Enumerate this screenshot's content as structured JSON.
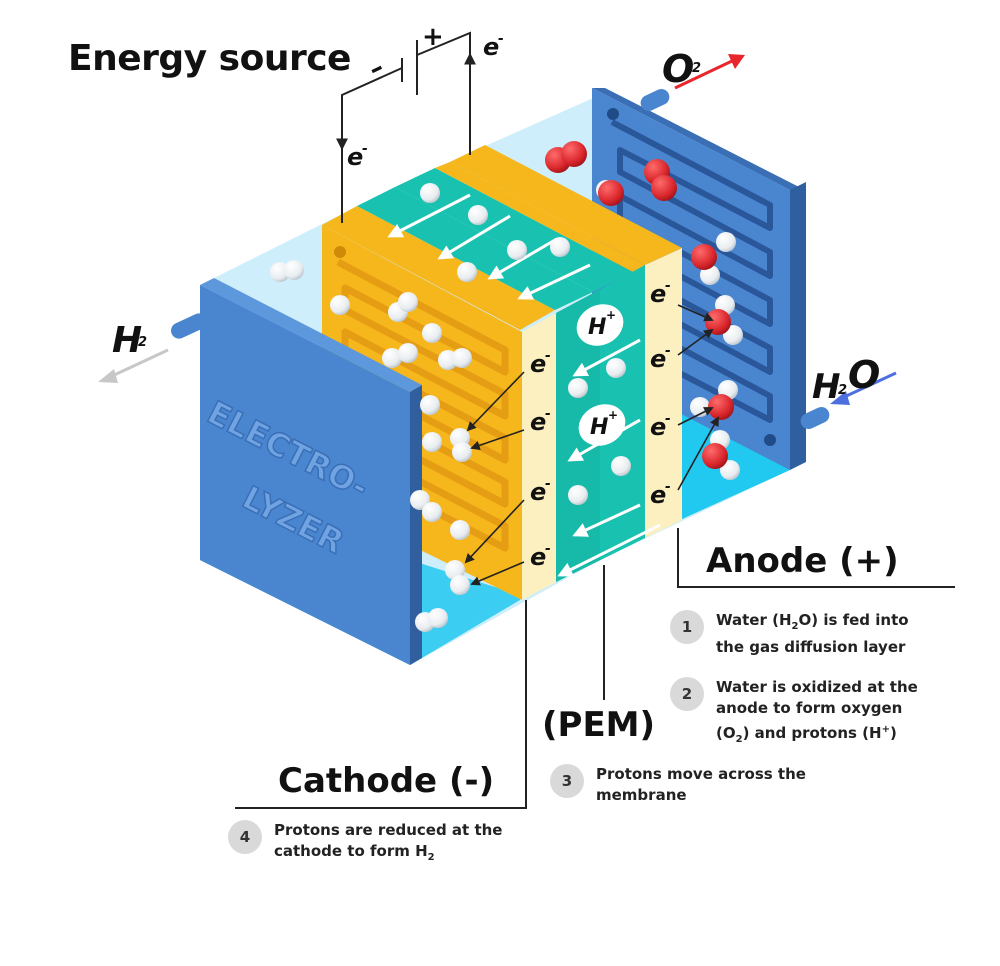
{
  "title": "Energy source",
  "device_label": [
    "ELECTRO-",
    "LYZER"
  ],
  "gases": {
    "h2": "H",
    "h2_sub": "2",
    "o2": "O",
    "o2_sub": "2",
    "h2o_h": "H",
    "h2o_sub": "2",
    "h2o_o": "O"
  },
  "polarity": {
    "minus": "–",
    "plus": "+"
  },
  "electron": {
    "e": "e",
    "charge": "-"
  },
  "proton": {
    "h": "H",
    "charge": "+"
  },
  "headings": {
    "anode": "Anode (+)",
    "pem": "(PEM)",
    "cathode": "Cathode (-)"
  },
  "steps": [
    {
      "num": "1",
      "text_a": "Water (H",
      "sub": "2",
      "text_b": "O) is fed into",
      "text_c": "the gas diffusion layer"
    },
    {
      "num": "2",
      "line1": "Water is oxidized at the",
      "line2": "anode to form oxygen",
      "text_a": "(O",
      "sub": "2",
      "text_b": ") and protons (H",
      "sup": "+",
      "text_c": ")"
    },
    {
      "num": "3",
      "line1": "Protons move across the",
      "line2": "membrane"
    },
    {
      "num": "4",
      "line1": "Protons are reduced at the",
      "text_a": "cathode to form H",
      "sub": "2"
    }
  ],
  "colors": {
    "blue_plate": "#4a86d0",
    "blue_plate_side": "#3a6fb6",
    "gold": "#f6b71c",
    "gold_channel": "#e59d13",
    "teal": "#19c2b0",
    "pale": "#fdf0c0",
    "water": "#21c8f0",
    "sky": "#cdeefa",
    "oxygen": "#d9262c",
    "arrow_red": "#e8262c",
    "arrow_blue": "#4d6fe0",
    "arrow_grey": "#c7c7c7"
  }
}
